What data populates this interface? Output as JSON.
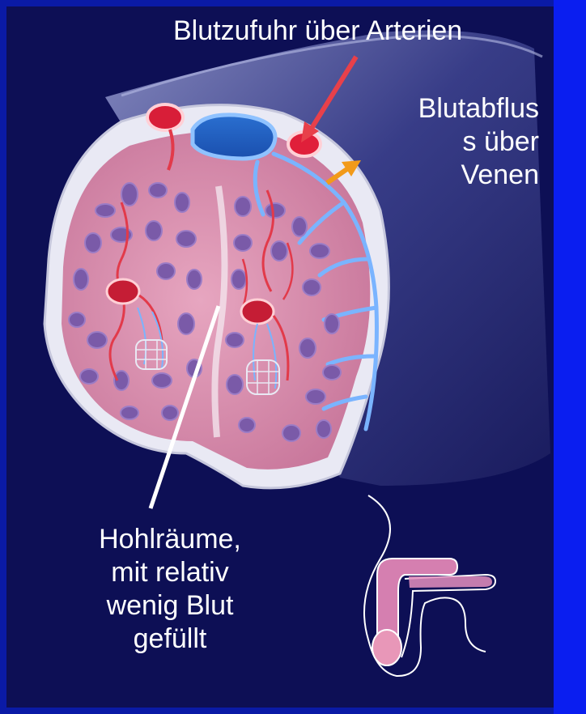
{
  "labels": {
    "arteries": "Blutzufuhr über Arterien",
    "veins": "Blutabflus\ns über\nVenen",
    "cavities": "Hohlräume,\nmit relativ\nwenig Blut\ngefüllt"
  },
  "colors": {
    "background": "#0d0f55",
    "frame": "#0a1aa6",
    "artery": "#e23a4a",
    "vein": "#3b8fe0",
    "tissue": "#d98aa8",
    "arrow_artery": "#e8404a",
    "arrow_vein": "#f29a1a"
  }
}
